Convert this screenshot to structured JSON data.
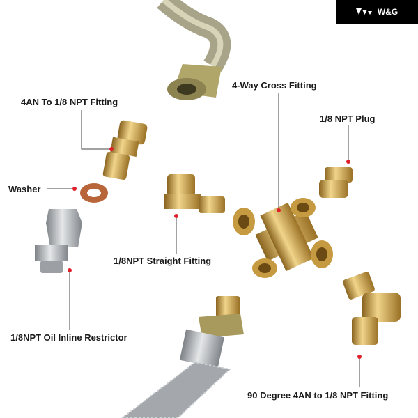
{
  "logo": {
    "text": "W&G"
  },
  "labels": {
    "an4_fitting": "4AN To 1/8 NPT Fitting",
    "cross": "4-Way Cross Fitting",
    "plug": "1/8 NPT Plug",
    "washer": "Washer",
    "straight": "1/8NPT Straight Fitting",
    "restrictor": "1/8NPT Oil Inline Restrictor",
    "elbow": "90 Degree 4AN to 1/8 NPT Fitting"
  },
  "colors": {
    "brass": "#c9a24a",
    "steel": "#b8bcc0",
    "dot": "#e0202a",
    "line": "#444444"
  }
}
